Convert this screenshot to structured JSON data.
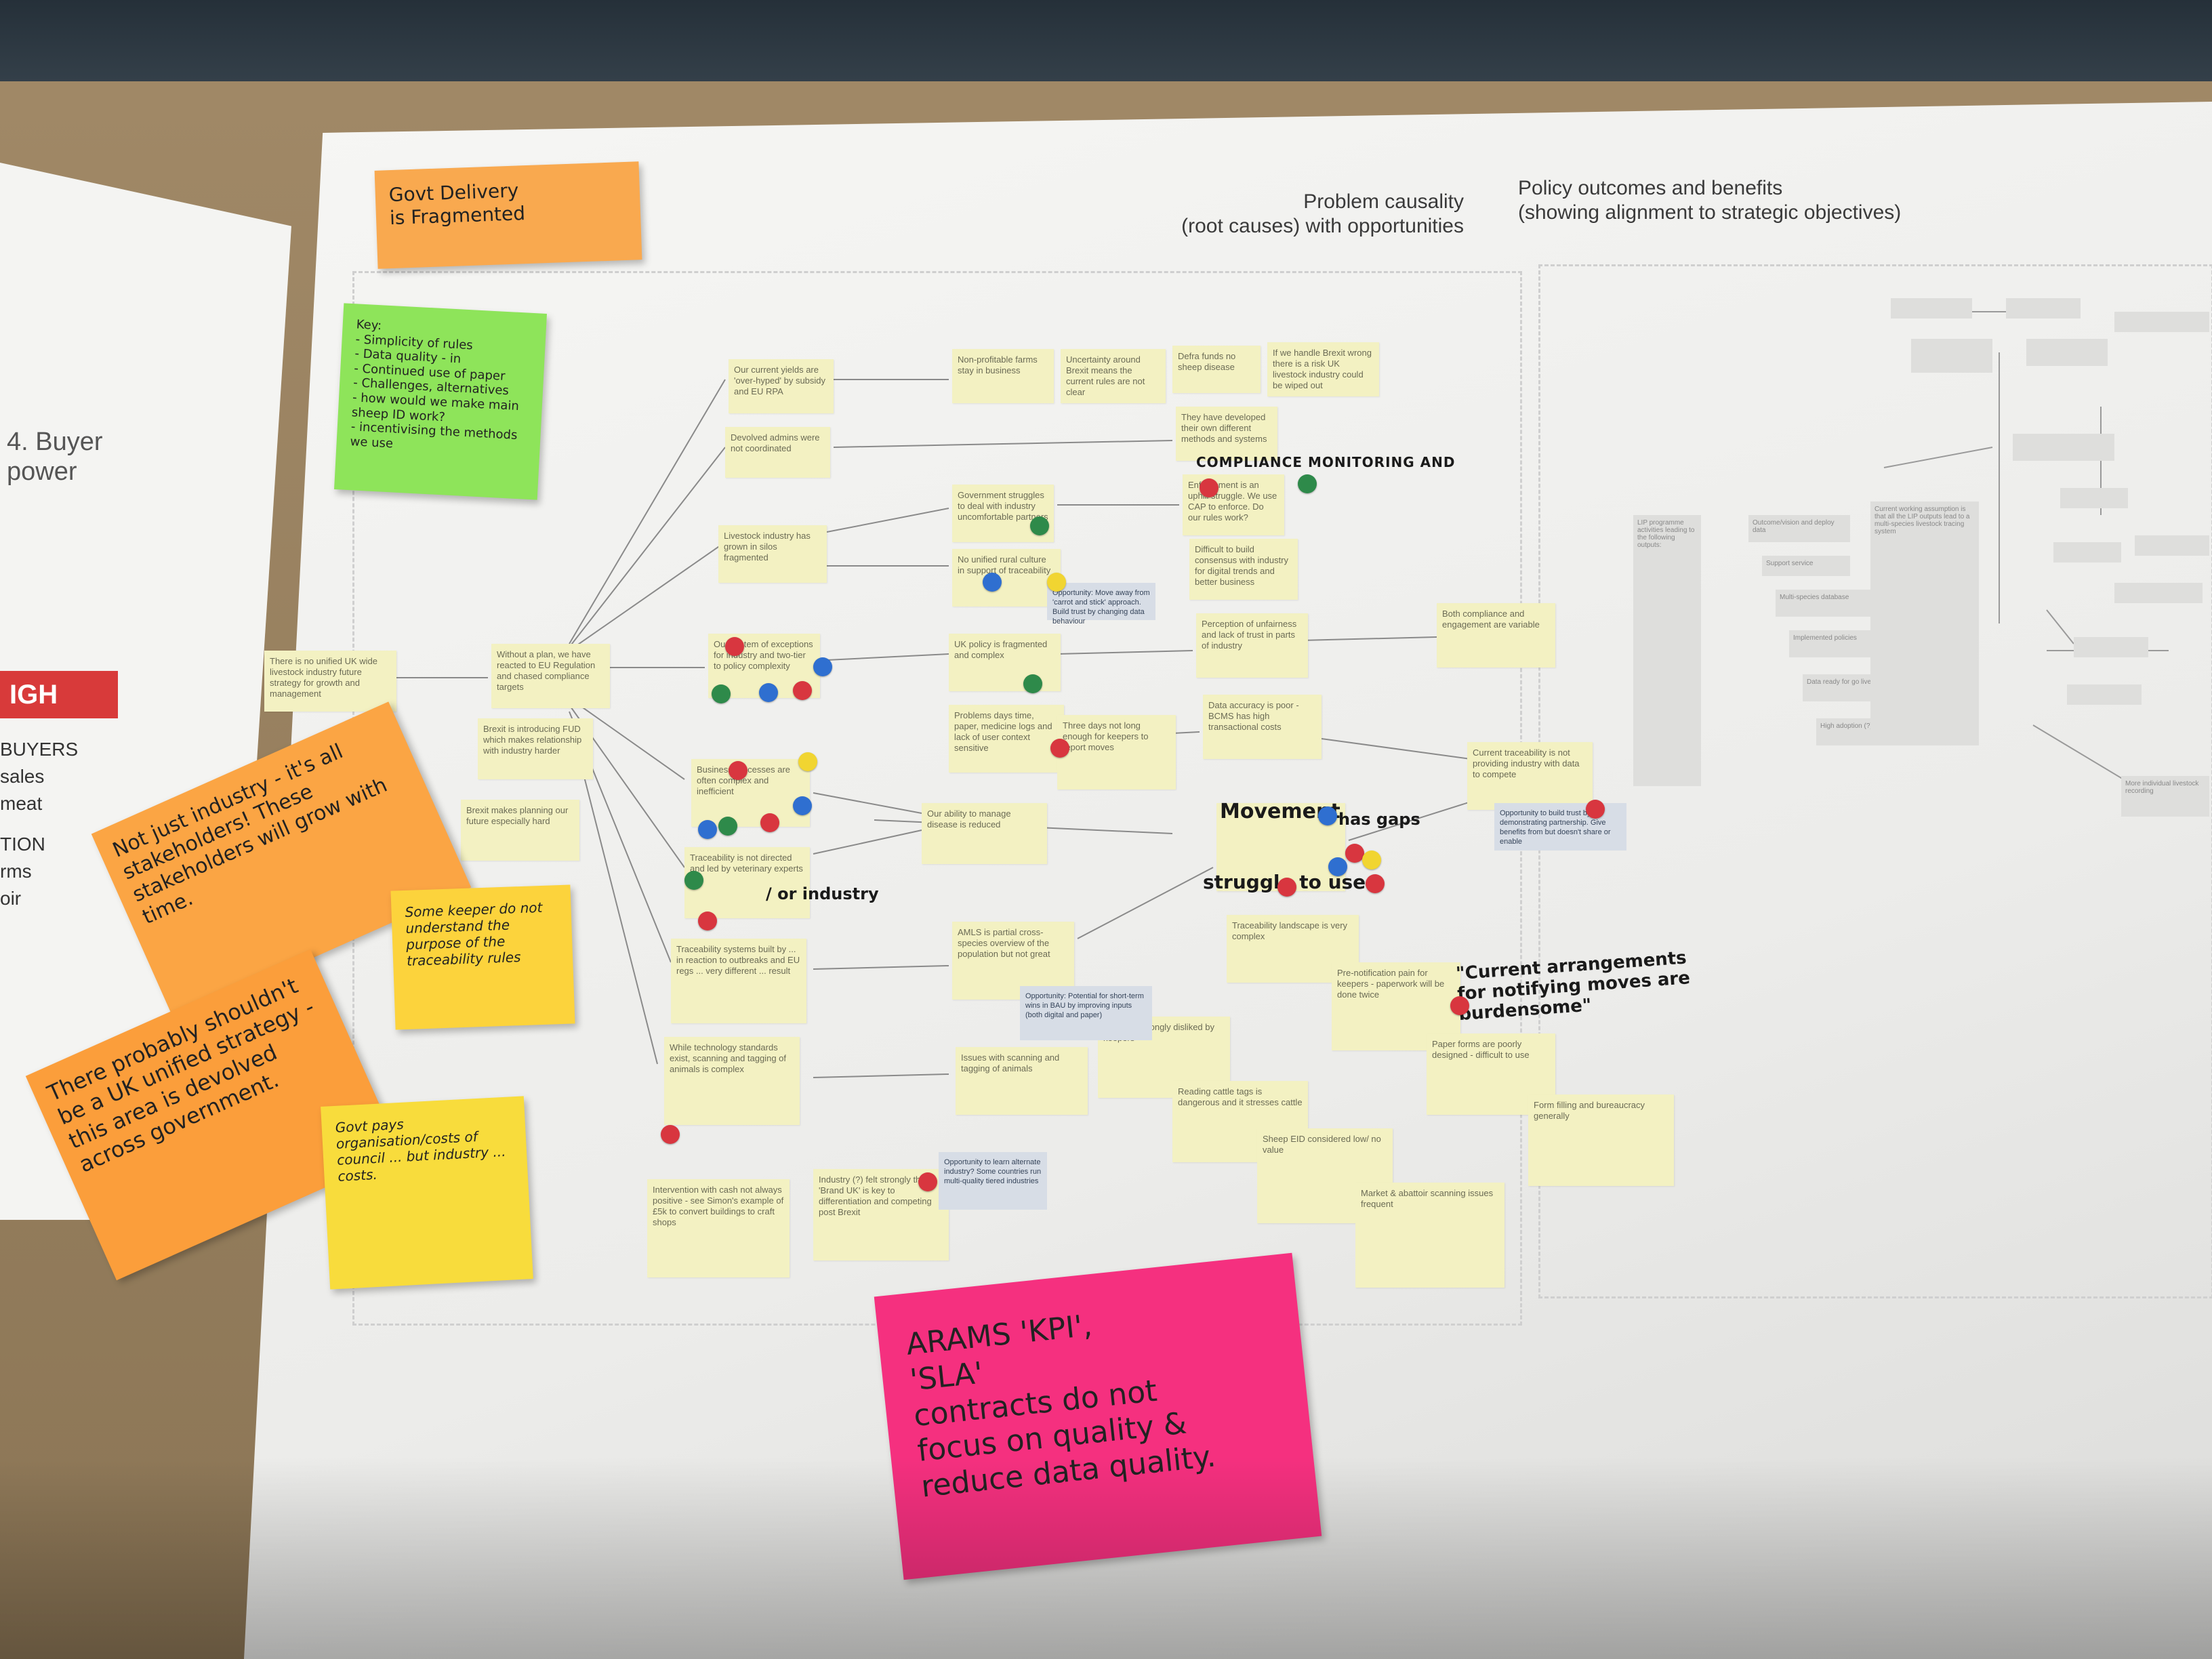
{
  "headings": {
    "problem": "Problem causality\n(root causes) with opportunities",
    "policy": "Policy outcomes and benefits\n(showing alignment to strategic objectives)"
  },
  "left_poster": {
    "title": "4. Buyer\npower",
    "badge": "IGH",
    "lines": [
      "BUYERS",
      "sales",
      "meat",
      "TION",
      "rms",
      "oir"
    ]
  },
  "stickies": {
    "govt": "Govt Delivery\nis Fragmented",
    "key": "Key:\n- Simplicity of rules\n- Data quality - in\n- Continued use of paper\n- Challenges, alternatives\n- how would we make main sheep ID work?\n- incentivising the methods we use",
    "not_just_industry": "Not just industry - it's all stakeholders!\nThese stakeholders will grow with time.",
    "uk_unified": "There probably shouldn't be a UK unified strategy - this area is devolved across government.",
    "some_keeper": "Some keeper do not understand the purpose of the traceability rules",
    "yellow_bottom": "Govt pays organisation/costs of council ... but industry ... costs.",
    "arams": "ARAMS 'KPI',\n'SLA'\ncontracts do not\nfocus on quality &\nreduce data quality."
  },
  "cards": {
    "root": "There is no unified UK wide livestock industry future strategy for growth and management",
    "without_plan": "Without a plan, we have reacted to EU Regulation and chased compliance targets",
    "brexit_intro": "Brexit is introducing FUD which makes relationship with industry harder",
    "brexit_planning": "Brexit makes planning our future especially hard",
    "current_yields": "Our current yields are 'over-hyped' by subsidy and EU RPA",
    "devolved": "Devolved admins were not coordinated",
    "livestock": "Livestock industry has grown in silos fragmented",
    "system_exceptions": "Our system of exceptions for industry and two-tier to policy complexity",
    "business_processes": "Business processes are often complex and inefficient",
    "traceability_not": "Traceability is not directed and led by veterinary experts",
    "traceability_systems": "Traceability systems built by ... in reaction to outbreaks and EU regs ... very different ... result",
    "technology": "While technology standards exist, scanning and tagging of animals is complex",
    "intervention": "Intervention with cash not always positive - see Simon's example of £5k to convert buildings to craft shops",
    "industry_brand": "Industry (?) felt strongly that 'Brand UK' is key to differentiation and competing post Brexit",
    "non_profitable": "Non-profitable farms stay in business",
    "gov_struggles": "Government struggles to deal with industry uncomfortable partners",
    "no_unified": "No unified rural culture in support of traceability",
    "uk_policy": "UK policy is fragmented and complex",
    "problems_days": "Problems days time, paper, medicine logs and lack of user context sensitive",
    "ability_manage": "Our ability to manage disease is reduced",
    "amls": "AMLS is partial cross-species overview of the population but not great",
    "issues_scanning": "Issues with scanning and tagging of animals",
    "uncertainty": "Uncertainty around Brexit means the current rules are not clear",
    "defra": "Defra funds no sheep disease",
    "brexit_reserve": "If we handle Brexit wrong there is a risk UK livestock industry could be wiped out",
    "own_different": "They have developed their own different methods and systems",
    "enforcement": "Enforcement is an uphill struggle. We use CAP to enforce. Do our rules work?",
    "difficult_build": "Difficult to build consensus with industry for digital trends and better business",
    "perception": "Perception of unfairness and lack of trust in parts of industry",
    "data_accuracy": "Data accuracy is poor - BCMS has high transactional costs",
    "three_days": "Three days not long enough for keepers to report moves",
    "movement": "Movement data ... ... has gaps",
    "landscape": "Traceability landscape is very complex",
    "both_compliance": "Both compliance and engagement are variable",
    "current_traceability": "Current traceability is not providing industry with data to compete",
    "pre_notification": "Pre-notification pain for keepers - paperwork will be done twice",
    "paper_forms": "Paper forms are poorly designed - difficult to use",
    "form_filling": "Form filling and bureaucracy generally",
    "aram_disliked": "ARAM is strongly disliked by keepers",
    "reading_tags": "Reading cattle tags is dangerous and it stresses cattle",
    "sheep_eid": "Sheep EID considered low/ no value",
    "market_abattoir": "Market & abattoir scanning issues frequent"
  },
  "blue_cards": {
    "opp_move_away": "Opportunity: Move away from 'carrot and stick' approach. Build trust by changing data behaviour",
    "opp_trust": "Opportunity to build trust by demonstrating partnership. Give benefits from but doesn't share or enable",
    "opp_potential": "Opportunity: Potential for short-term wins in BAU by improving inputs (both digital and paper)",
    "opp_learn": "Opportunity to learn alternate industry? Some countries run multi-quality tiered industries"
  },
  "handwriting": {
    "compliance": "COMPLIANCE MONITORING AND",
    "or_industry": "/ or industry",
    "current_arrangements": "\"Current arrangements for notifying moves are burdensome\"",
    "movement": "Movement",
    "has_gaps": "has gaps",
    "struggle": "struggle to use"
  },
  "policy_grey": [
    "LIP programme activities leading to the following outputs:",
    "Outcome/vision and deploy data",
    "Support service",
    "Multi-species database",
    "Implemented policies",
    "Data ready for go live",
    "High adoption (?)",
    "Current working assumption is that all the LIP outputs lead to a multi-species livestock tracing system",
    "More individual livestock recording"
  ],
  "dots": [
    {
      "c": "red"
    },
    {
      "c": "green"
    },
    {
      "c": "green"
    },
    {
      "c": "blue"
    },
    {
      "c": "yellow"
    },
    {
      "c": "red"
    },
    {
      "c": "blue"
    },
    {
      "c": "red"
    },
    {
      "c": "green"
    },
    {
      "c": "green"
    },
    {
      "c": "blue"
    },
    {
      "c": "red"
    },
    {
      "c": "red"
    },
    {
      "c": "yellow"
    },
    {
      "c": "blue"
    },
    {
      "c": "green"
    },
    {
      "c": "red"
    },
    {
      "c": "blue"
    },
    {
      "c": "green"
    },
    {
      "c": "red"
    },
    {
      "c": "red"
    },
    {
      "c": "red"
    },
    {
      "c": "blue"
    },
    {
      "c": "red"
    },
    {
      "c": "yellow"
    },
    {
      "c": "red"
    },
    {
      "c": "red"
    },
    {
      "c": "red"
    },
    {
      "c": "blue"
    },
    {
      "c": "red"
    }
  ]
}
